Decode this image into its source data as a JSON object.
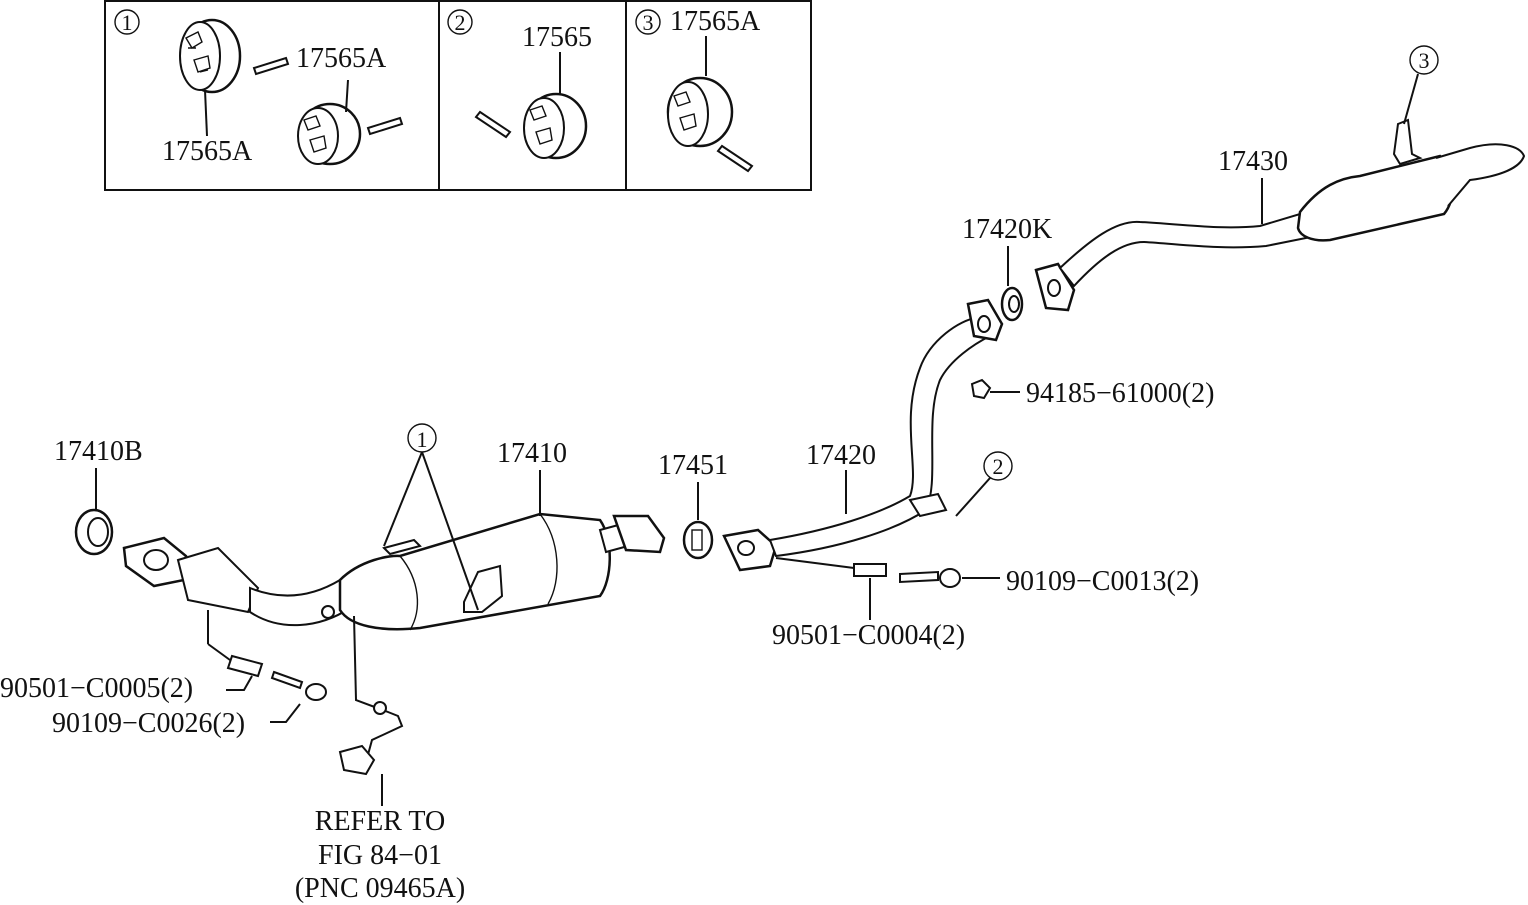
{
  "inset": {
    "panels": [
      {
        "number": "1",
        "labels": [
          "17565A",
          "17565A"
        ]
      },
      {
        "number": "2",
        "labels": [
          "17565"
        ]
      },
      {
        "number": "3",
        "labels": [
          "17565A"
        ]
      }
    ]
  },
  "callouts": {
    "c1": "1",
    "c2": "2",
    "c3": "3"
  },
  "parts": {
    "p17410B": "17410B",
    "p17410": "17410",
    "p17451": "17451",
    "p17420": "17420",
    "p17420K": "17420K",
    "p17430": "17430",
    "p94185": "94185−61000(2)",
    "p90109_C0013": "90109−C0013(2)",
    "p90501_C0004": "90501−C0004(2)",
    "p90501_C0005": "90501−C0005(2)",
    "p90109_C0026": "90109−C0026(2)"
  },
  "refer": {
    "line1": "REFER TO",
    "line2": "FIG 84−01",
    "line3": "(PNC 09465A)"
  }
}
